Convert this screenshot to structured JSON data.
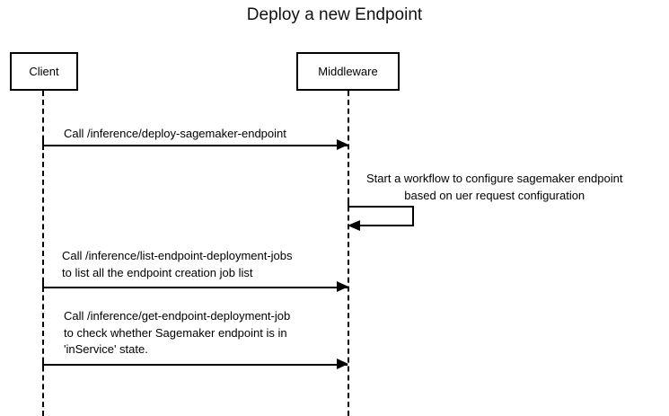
{
  "diagram": {
    "title": "Deploy a new Endpoint",
    "type": "sequence-diagram",
    "background_color": "#ffffff",
    "line_color": "#000000",
    "participants": [
      {
        "id": "client",
        "label": "Client"
      },
      {
        "id": "middleware",
        "label": "Middleware"
      }
    ],
    "messages": [
      {
        "id": "msg1",
        "from": "client",
        "to": "middleware",
        "kind": "call",
        "label": "Call /inference/deploy-sagemaker-endpoint"
      },
      {
        "id": "self1",
        "from": "middleware",
        "to": "middleware",
        "kind": "self-call",
        "label": "Start a workflow to configure sagemaker endpoint\nbased on uer request configuration"
      },
      {
        "id": "msg2",
        "from": "client",
        "to": "middleware",
        "kind": "call",
        "label": "Call /inference/list-endpoint-deployment-jobs\nto list all the endpoint creation job list"
      },
      {
        "id": "msg3",
        "from": "client",
        "to": "middleware",
        "kind": "call",
        "label": "Call /inference/get-endpoint-deployment-job\nto check whether Sagemaker endpoint is in\n'inService' state."
      }
    ]
  }
}
